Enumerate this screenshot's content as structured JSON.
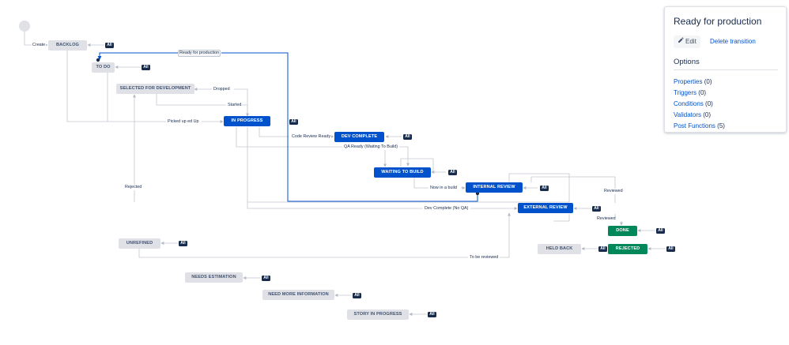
{
  "statuses": {
    "backlog": "BACKLOG",
    "todo": "TO DO",
    "selected": "SELECTED FOR DEVELOPMENT",
    "in_progress": "IN PROGRESS",
    "dev_complete": "DEV COMPLETE",
    "waiting_to_build": "WAITING TO BUILD",
    "internal_review": "INTERNAL REVIEW",
    "external_review": "EXTERNAL REVIEW",
    "done": "DONE",
    "rejected": "REJECTED",
    "held_back": "HELD BACK",
    "unrefined": "UNREFINED",
    "needs_estimation": "NEEDS ESTIMATION",
    "needs_more_information": "NEED MORE INFORMATION",
    "story_in_progress": "STORY IN PROGRESS"
  },
  "all_label": "All",
  "transitions": {
    "create": "Create",
    "ready_for_production": "Ready for production",
    "dropped": "Dropped",
    "started": "Started",
    "picked_up": "Picked up ed Up",
    "code_review_ready": "Code Review Ready",
    "qa_ready": "QA Ready (Waiting To Build)",
    "rejected": "Rejected",
    "now_in_build": "Now in a build",
    "dev_complete_no_qa": "Dev Complete (No QA)",
    "reviewed_1": "Reviewed",
    "reviewed_2": "Reviewed",
    "to_be_reviewed": "To be reviewed"
  },
  "panel": {
    "title": "Ready for production",
    "edit": "Edit",
    "delete": "Delete transition",
    "options_title": "Options",
    "options": [
      {
        "link": "Properties",
        "count": "(0)"
      },
      {
        "link": "Triggers",
        "count": "(0)"
      },
      {
        "link": "Conditions",
        "count": "(0)"
      },
      {
        "link": "Validators",
        "count": "(0)"
      },
      {
        "link": "Post Functions",
        "count": "(5)"
      }
    ]
  },
  "colors": {
    "todo": "#dfe1e6",
    "in_progress": "#0052cc",
    "done": "#00875a",
    "selected_transition": "#0052cc",
    "line": "#c1c7d0"
  }
}
